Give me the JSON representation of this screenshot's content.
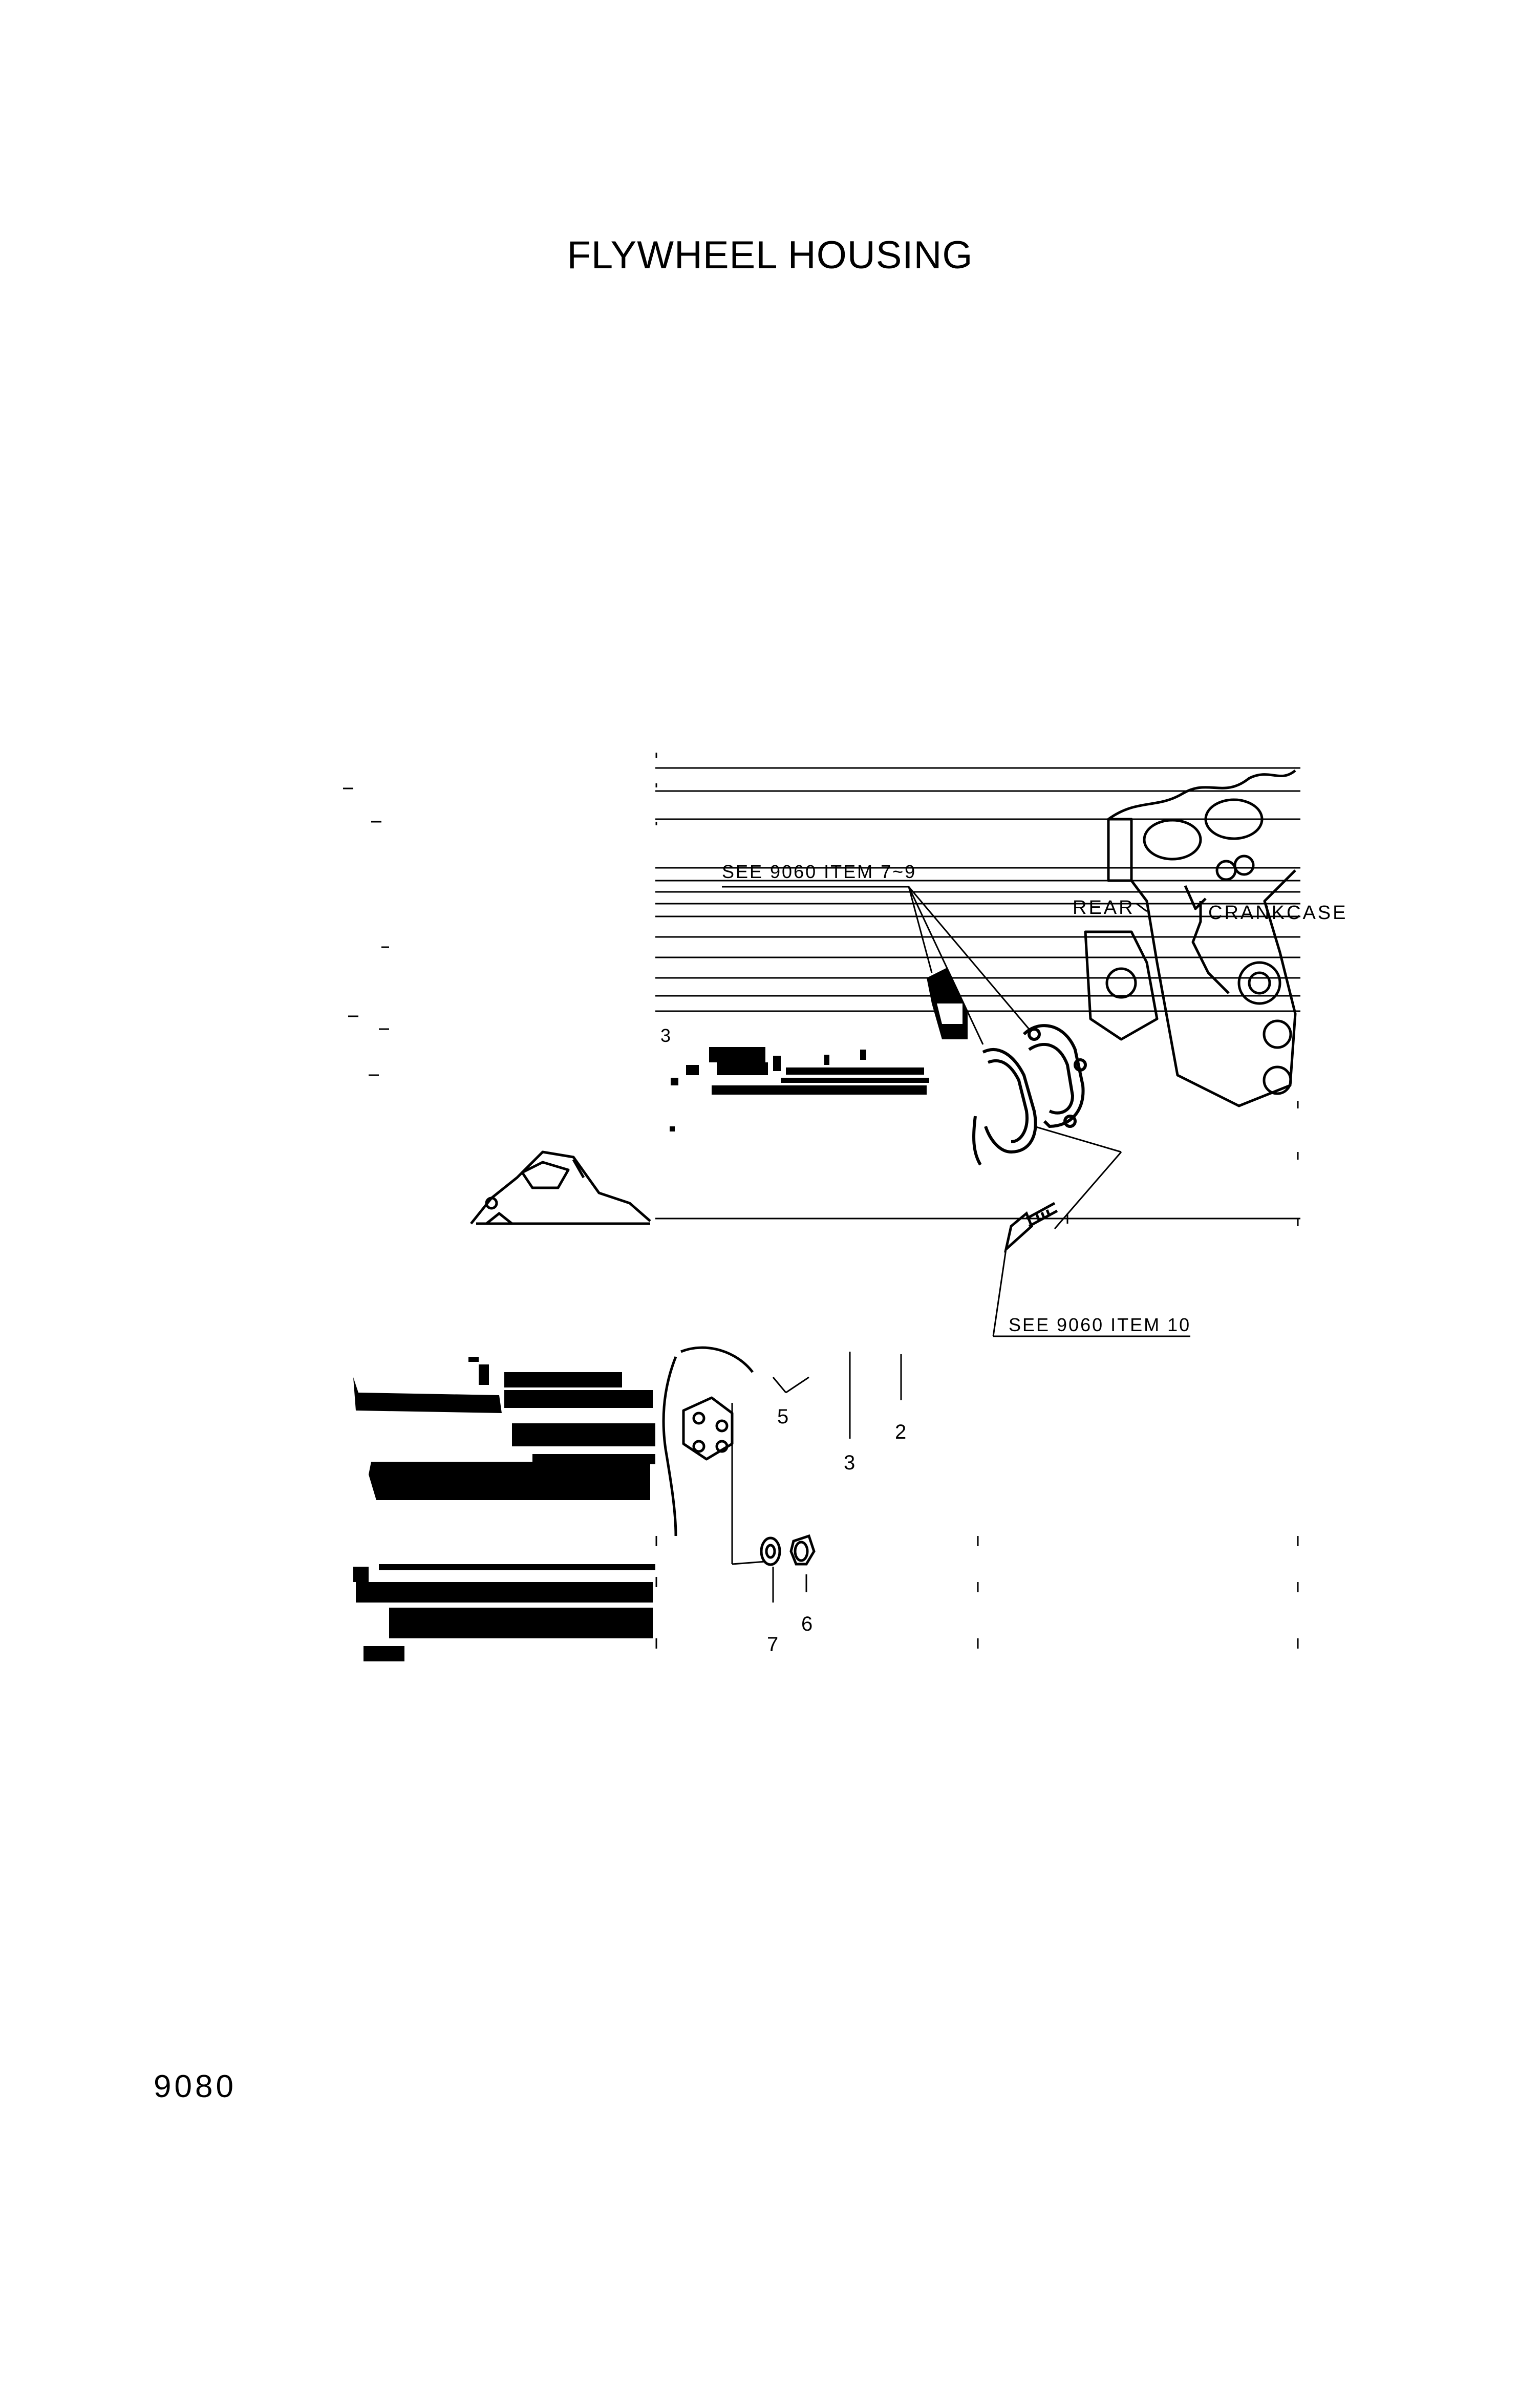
{
  "document": {
    "title": "FLYWHEEL HOUSING",
    "page_number": "9080"
  },
  "diagram": {
    "callouts": {
      "see_9060_items_7_9": "SEE 9060 ITEM 7~9",
      "see_9060_item_10": "SEE 9060 ITEM 10",
      "rear": "REAR",
      "crankcase": "CRANKCASE"
    },
    "item_numbers": {
      "item_2": "2",
      "item_3": "3",
      "item_3_small": "3",
      "item_5": "5",
      "item_6": "6",
      "item_7": "7"
    }
  }
}
